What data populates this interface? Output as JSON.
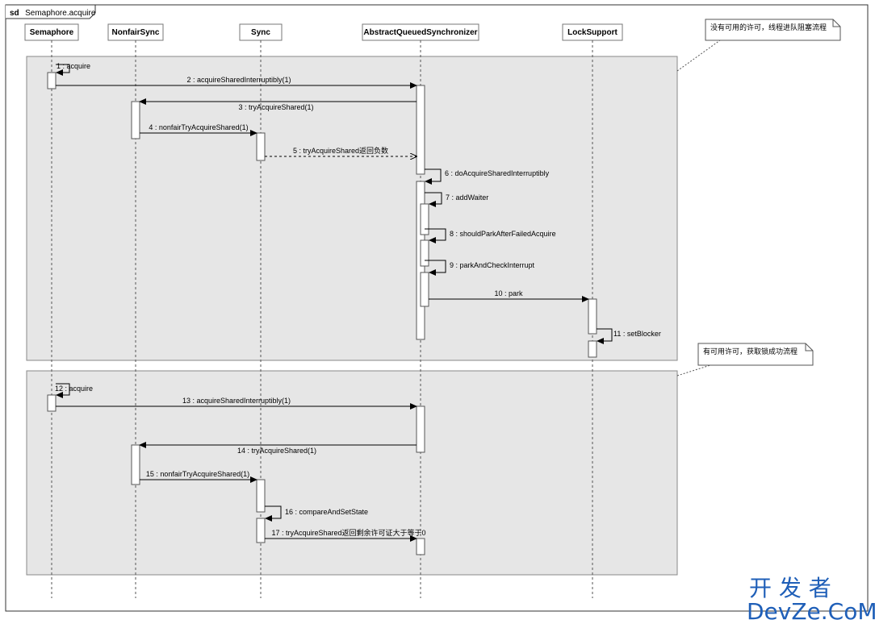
{
  "diagram": {
    "frame_keyword": "sd",
    "frame_name": "Semaphore.acquire",
    "lifelines": [
      "Semaphore",
      "NonfairSync",
      "Sync",
      "AbstractQueuedSynchronizer",
      "LockSupport"
    ],
    "notes": [
      "没有可用的许可，线程进队阻塞流程",
      "有可用许可，获取锁成功流程"
    ],
    "messages": [
      "1 : acquire",
      "2 : acquireSharedInterruptibly(1)",
      "3 : tryAcquireShared(1)",
      "4 : nonfairTryAcquireShared(1)",
      "5 : tryAcquireShared返回负数",
      "6 : doAcquireSharedInterruptibly",
      "7 : addWaiter",
      "8 : shouldParkAfterFailedAcquire",
      "9 : parkAndCheckInterrupt",
      "10 : park",
      "11 : setBlocker",
      "12 : acquire",
      "13 : acquireSharedInterruptibly(1)",
      "14 : tryAcquireShared(1)",
      "15 : nonfairTryAcquireShared(1)",
      "16 : compareAndSetState",
      "17 : tryAcquireShared返回剩余许可证大于等于0"
    ]
  },
  "watermark": {
    "cn": "开 发 者",
    "en": "DevZe.CoM"
  },
  "colors": {
    "fragment_fill": "#e6e6e6",
    "watermark": "#1f5fb8"
  }
}
